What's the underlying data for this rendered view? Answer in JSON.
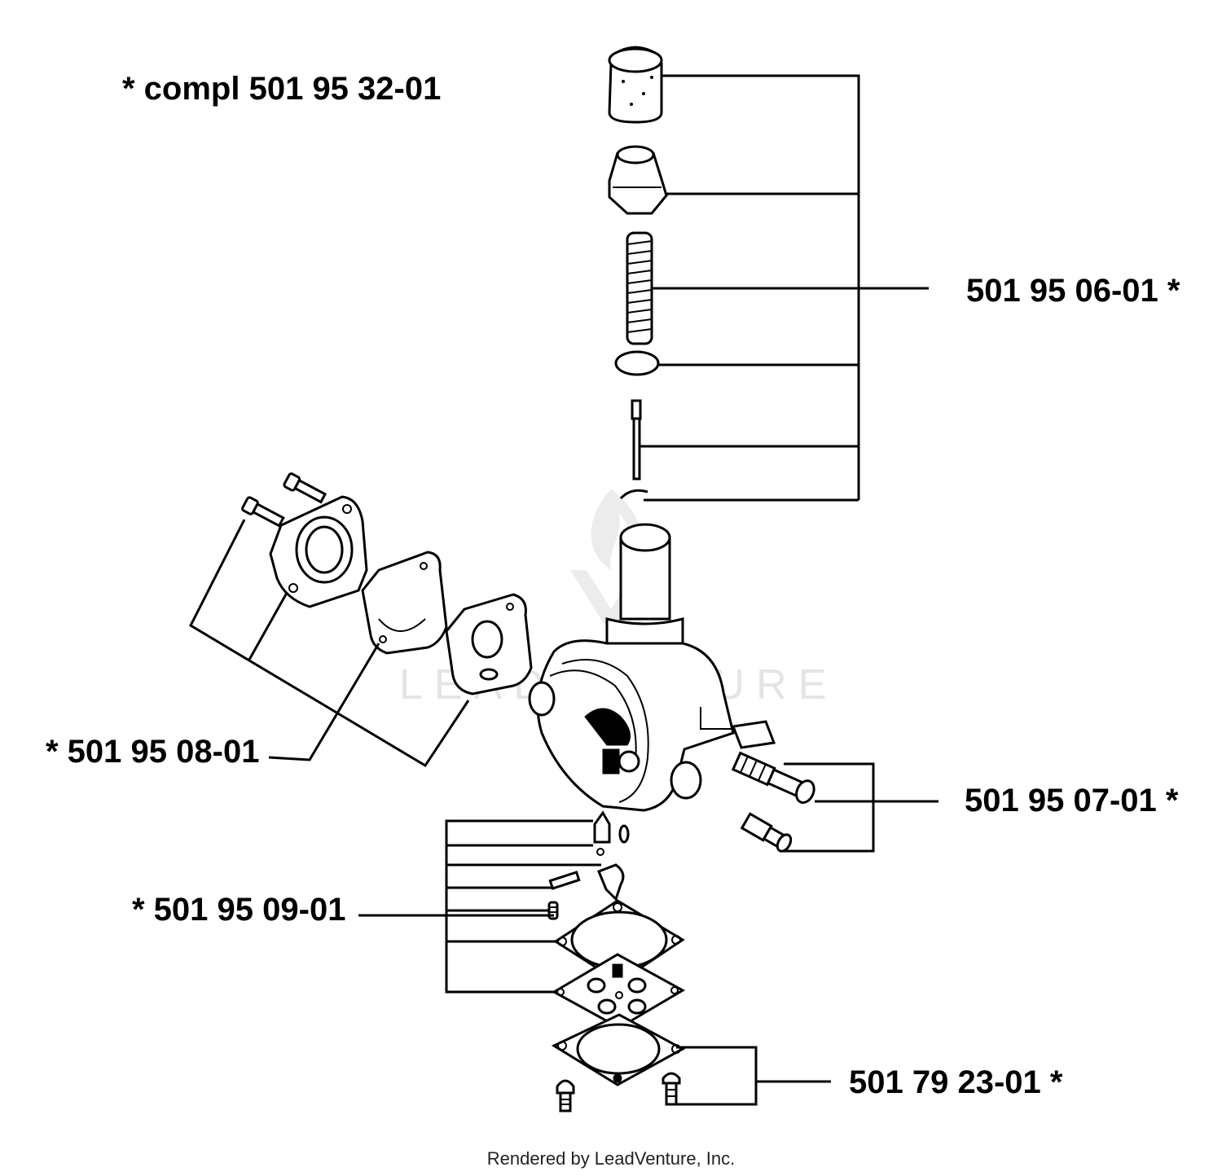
{
  "labels": {
    "compl": "*  compl 501 95 32-01",
    "kit_0601": "501 95 06-01  *",
    "kit_0801": "*  501 95 08-01",
    "kit_0701": "501 95 07-01  *",
    "kit_0901": "*  501 95 09-01",
    "kit_7923": "501 79 23-01  *"
  },
  "watermark": "LEADVENTURE",
  "footer": "Rendered by LeadVenture, Inc.",
  "colors": {
    "ink": "#000000",
    "watermark": "#e4e4e4",
    "background": "#ffffff"
  }
}
